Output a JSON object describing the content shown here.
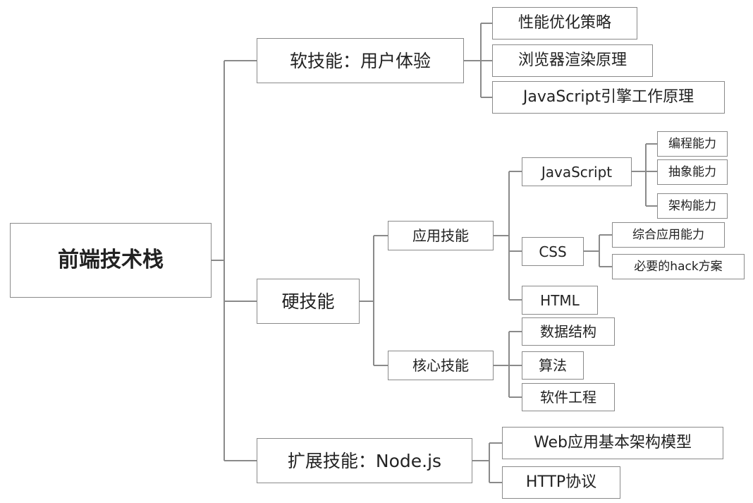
{
  "root": "前端技术栈",
  "soft_skills": {
    "label": "软技能：用户体验",
    "children": [
      "性能优化策略",
      "浏览器渲染原理",
      "JavaScript引擎工作原理"
    ]
  },
  "hard_skills": {
    "label": "硬技能",
    "applied": {
      "label": "应用技能",
      "javascript": {
        "label": "JavaScript",
        "children": [
          "编程能力",
          "抽象能力",
          "架构能力"
        ]
      },
      "css": {
        "label": "CSS",
        "children": [
          "综合应用能力",
          "必要的hack方案"
        ]
      },
      "html": {
        "label": "HTML"
      }
    },
    "core": {
      "label": "核心技能",
      "children": [
        "数据结构",
        "算法",
        "软件工程"
      ]
    }
  },
  "extended_skills": {
    "label": "扩展技能：Node.js",
    "children": [
      "Web应用基本架构模型",
      "HTTP协议"
    ]
  }
}
